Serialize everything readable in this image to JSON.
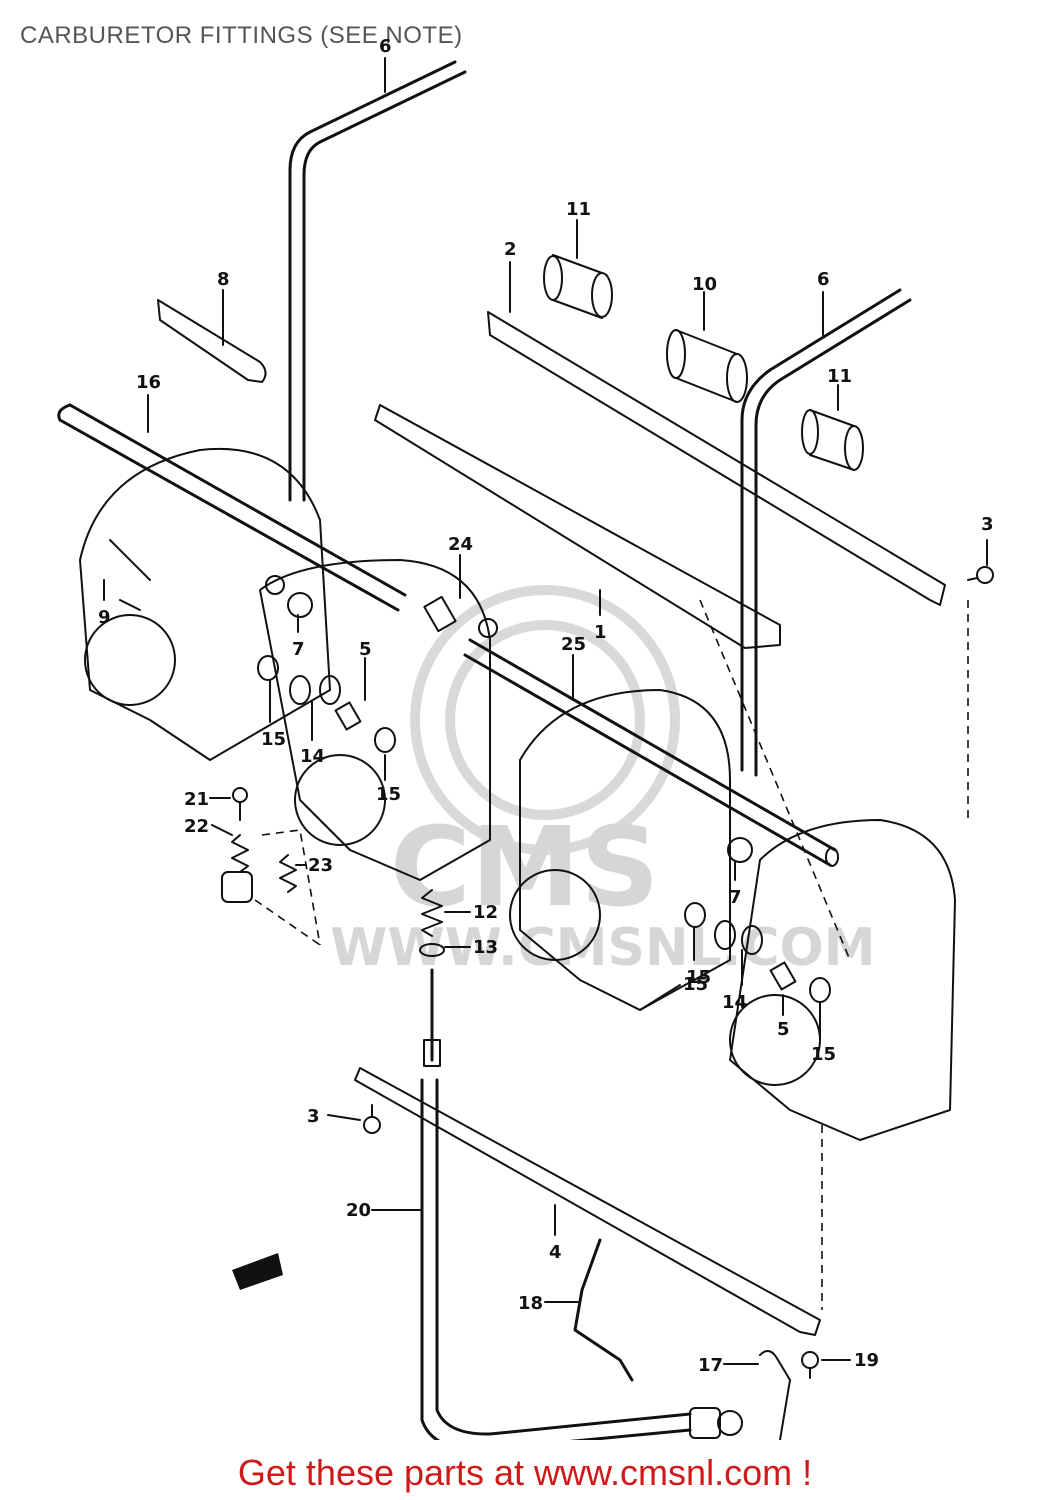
{
  "title": "CARBURETOR FITTINGS (SEE NOTE)",
  "footer": "Get these parts at www.cmsnl.com !",
  "colors": {
    "footer_text": "#d01a1a",
    "title_text": "#555555",
    "watermark": "#d9d9d9"
  },
  "watermark": {
    "brand": "CMS",
    "url": "WWW.CMSNL.COM"
  },
  "callouts": [
    "1",
    "2",
    "3",
    "3",
    "4",
    "5",
    "5",
    "6",
    "6",
    "7",
    "7",
    "8",
    "9",
    "10",
    "11",
    "11",
    "12",
    "13",
    "14",
    "14",
    "15",
    "15",
    "15",
    "15",
    "15",
    "16",
    "17",
    "18",
    "19",
    "20",
    "21",
    "22",
    "23",
    "24",
    "25"
  ]
}
